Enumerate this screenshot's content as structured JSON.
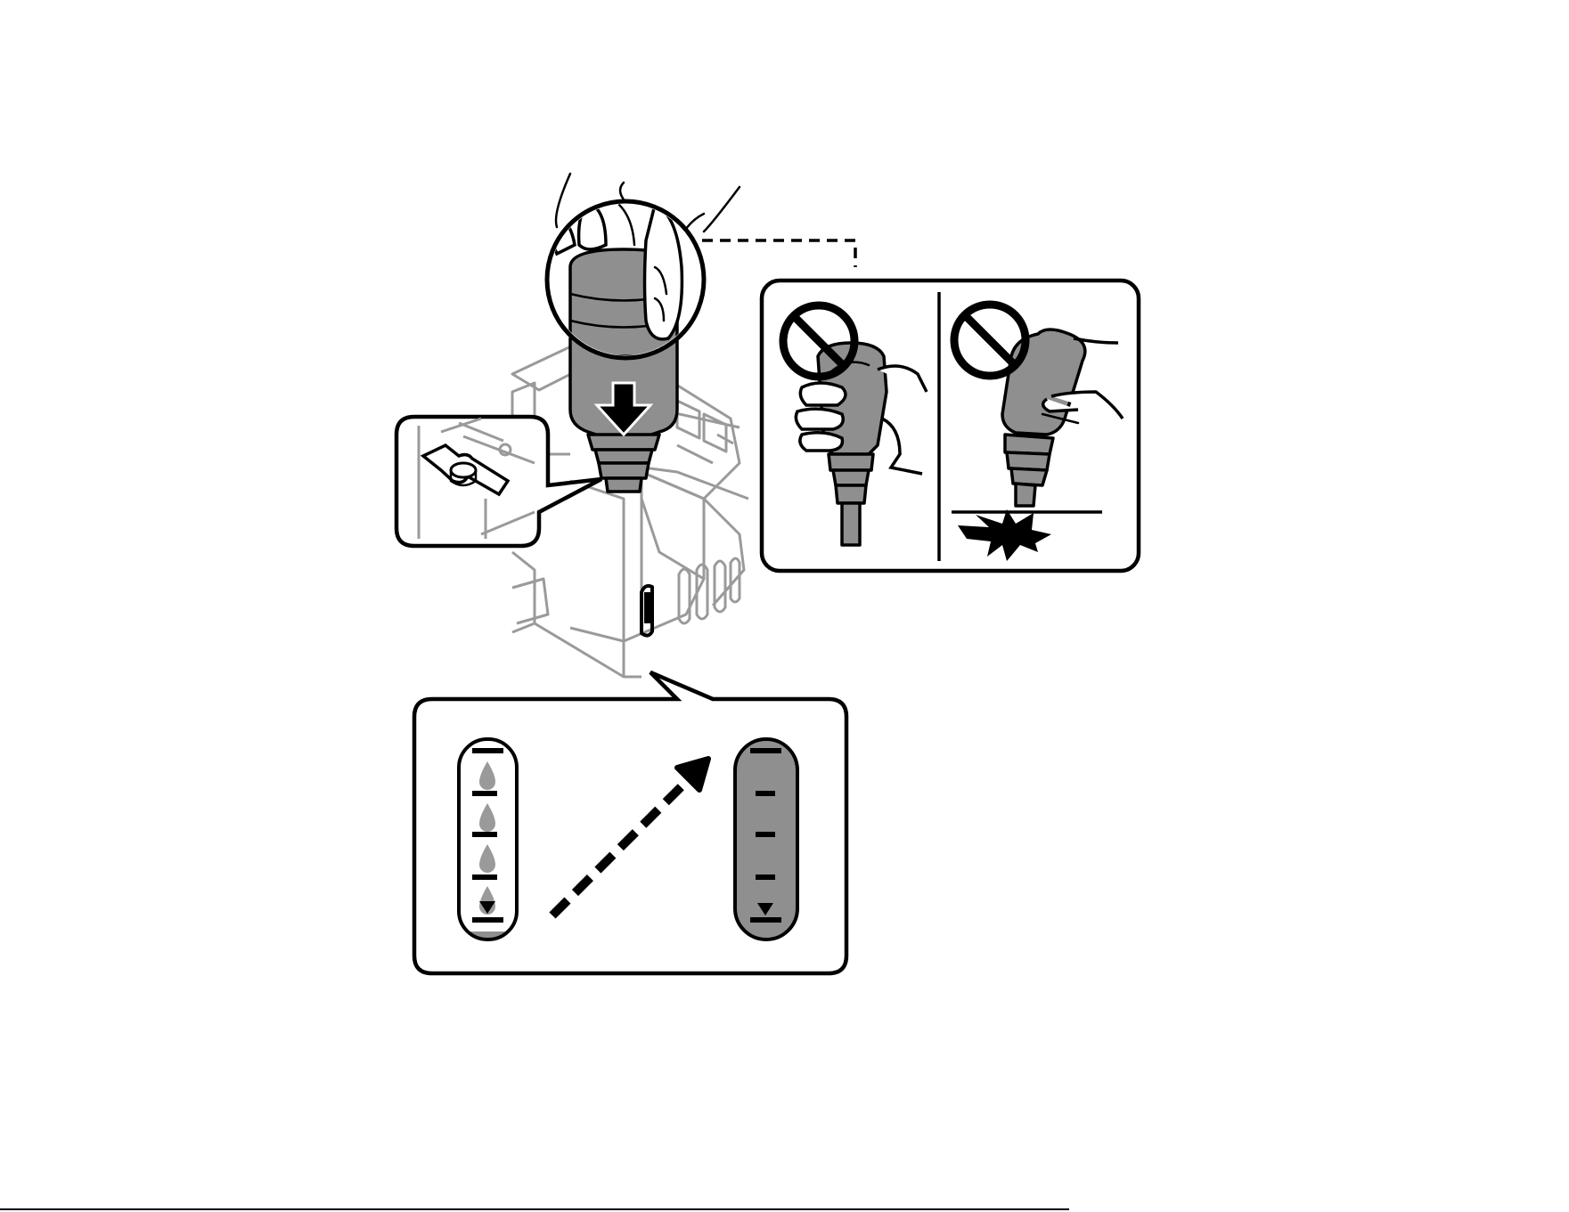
{
  "figure": {
    "type": "printer ink refill illustration",
    "colors": {
      "ink": "#000000",
      "ink_grey": "#8f8f8f",
      "outline_grey": "#9a9a9a",
      "background": "#ffffff"
    },
    "icons": {
      "prohibited": "prohibited-icon",
      "down_arrow": "down-arrow-icon",
      "diagonal_arrow": "dashed-arrow-icon",
      "impact": "impact-burst-icon",
      "drop": "ink-drop-icon",
      "fill_mark": "fill-triangle-icon"
    },
    "gauges": {
      "before": {
        "fill_level": 0.04,
        "marks": 4
      },
      "after": {
        "fill_level": 1.0,
        "marks": 4
      }
    }
  }
}
